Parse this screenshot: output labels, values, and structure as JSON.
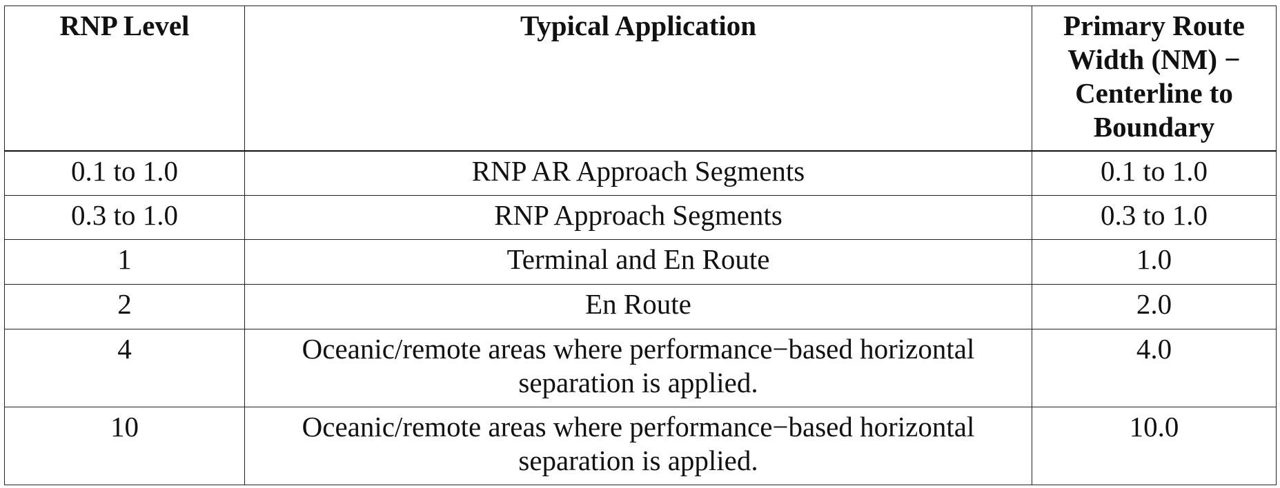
{
  "table": {
    "headers": [
      "RNP Level",
      "Typical Application",
      "Primary Route Width (NM) − Centerline to Boundary"
    ],
    "rows": [
      {
        "level": "0.1 to 1.0",
        "application": "RNP AR Approach Segments",
        "width": "0.1 to 1.0"
      },
      {
        "level": "0.3 to 1.0",
        "application": "RNP Approach Segments",
        "width": "0.3 to 1.0"
      },
      {
        "level": "1",
        "application": "Terminal and En Route",
        "width": "1.0"
      },
      {
        "level": "2",
        "application": "En Route",
        "width": "2.0"
      },
      {
        "level": "4",
        "application": "Oceanic/remote areas where performance−based horizontal separation is applied.",
        "width": "4.0"
      },
      {
        "level": "10",
        "application": "Oceanic/remote areas where performance−based horizontal separation is applied.",
        "width": "10.0"
      }
    ]
  }
}
